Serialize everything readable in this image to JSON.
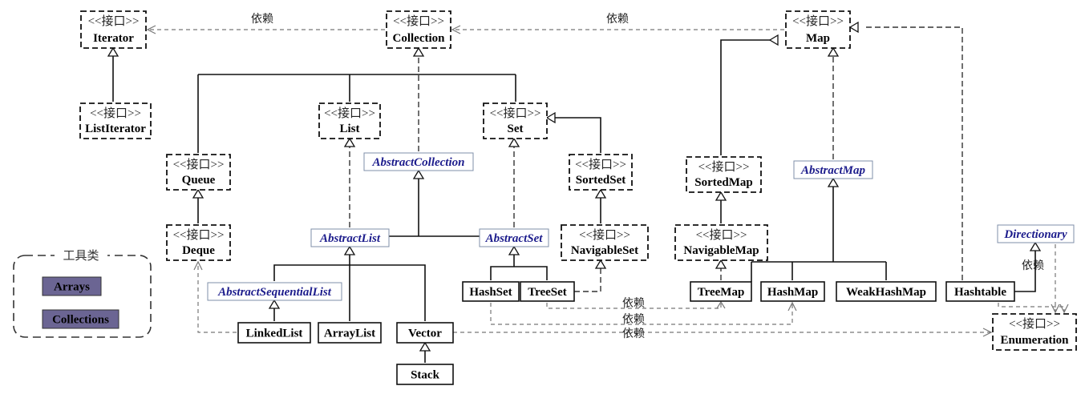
{
  "diagram": {
    "interface_stereotype": "<<接口>>",
    "dependency_label": "依赖",
    "nodes": [
      {
        "id": "Iterator",
        "label": "Iterator",
        "kind": "interface"
      },
      {
        "id": "Collection",
        "label": "Collection",
        "kind": "interface"
      },
      {
        "id": "Map",
        "label": "Map",
        "kind": "interface"
      },
      {
        "id": "ListIterator",
        "label": "ListIterator",
        "kind": "interface"
      },
      {
        "id": "List",
        "label": "List",
        "kind": "interface"
      },
      {
        "id": "Set",
        "label": "Set",
        "kind": "interface"
      },
      {
        "id": "Queue",
        "label": "Queue",
        "kind": "interface"
      },
      {
        "id": "SortedSet",
        "label": "SortedSet",
        "kind": "interface"
      },
      {
        "id": "SortedMap",
        "label": "SortedMap",
        "kind": "interface"
      },
      {
        "id": "Deque",
        "label": "Deque",
        "kind": "interface"
      },
      {
        "id": "NavigableSet",
        "label": "NavigableSet",
        "kind": "interface"
      },
      {
        "id": "NavigableMap",
        "label": "NavigableMap",
        "kind": "interface"
      },
      {
        "id": "Enumeration",
        "label": "Enumeration",
        "kind": "interface"
      },
      {
        "id": "AbstractCollection",
        "label": "AbstractCollection",
        "kind": "abstract"
      },
      {
        "id": "AbstractList",
        "label": "AbstractList",
        "kind": "abstract"
      },
      {
        "id": "AbstractSet",
        "label": "AbstractSet",
        "kind": "abstract"
      },
      {
        "id": "AbstractMap",
        "label": "AbstractMap",
        "kind": "abstract"
      },
      {
        "id": "AbstractSequentialList",
        "label": "AbstractSequentialList",
        "kind": "abstract"
      },
      {
        "id": "Directionary",
        "label": "Directionary",
        "kind": "abstract"
      },
      {
        "id": "HashSet",
        "label": "HashSet",
        "kind": "class"
      },
      {
        "id": "TreeSet",
        "label": "TreeSet",
        "kind": "class"
      },
      {
        "id": "TreeMap",
        "label": "TreeMap",
        "kind": "class"
      },
      {
        "id": "HashMap",
        "label": "HashMap",
        "kind": "class"
      },
      {
        "id": "WeakHashMap",
        "label": "WeakHashMap",
        "kind": "class"
      },
      {
        "id": "Hashtable",
        "label": "Hashtable",
        "kind": "class"
      },
      {
        "id": "LinkedList",
        "label": "LinkedList",
        "kind": "class"
      },
      {
        "id": "ArrayList",
        "label": "ArrayList",
        "kind": "class"
      },
      {
        "id": "Vector",
        "label": "Vector",
        "kind": "class"
      },
      {
        "id": "Stack",
        "label": "Stack",
        "kind": "class"
      }
    ],
    "tools": {
      "title": "工具类",
      "items": [
        "Arrays",
        "Collections"
      ]
    }
  }
}
